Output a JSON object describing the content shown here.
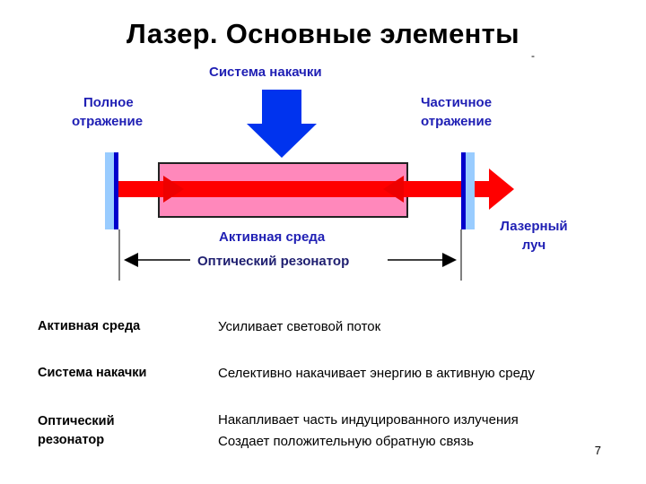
{
  "slide": {
    "title": "Лазер. Основные элементы",
    "page_number": "7",
    "corner_mark": "-"
  },
  "diagram": {
    "pump_label": "Система накачки",
    "full_reflection_line1": "Полное",
    "full_reflection_line2": "отражение",
    "partial_reflection_line1": "Частичное",
    "partial_reflection_line2": "отражение",
    "active_medium_label": "Активная среда",
    "resonator_label": "Оптический резонатор",
    "laser_beam_line1": "Лазерный",
    "laser_beam_line2": "луч",
    "colors": {
      "beam": "#ff0000",
      "medium_fill": "#ff88bb",
      "mirror_light": "#99ccff",
      "mirror_dark": "#0000cc",
      "pump_arrow": "#0033ee"
    }
  },
  "table": {
    "rows": [
      {
        "term": "Активная среда",
        "desc_lines": [
          "Усиливает световой поток"
        ]
      },
      {
        "term_lines": [
          "Система накачки"
        ],
        "desc_lines": [
          "Селективно накачивает энергию в активную среду"
        ]
      },
      {
        "term_lines": [
          "Оптический",
          "резонатор"
        ],
        "desc_lines": [
          "Накапливает часть индуцированного излучения",
          "Создает положительную обратную связь"
        ]
      }
    ]
  }
}
